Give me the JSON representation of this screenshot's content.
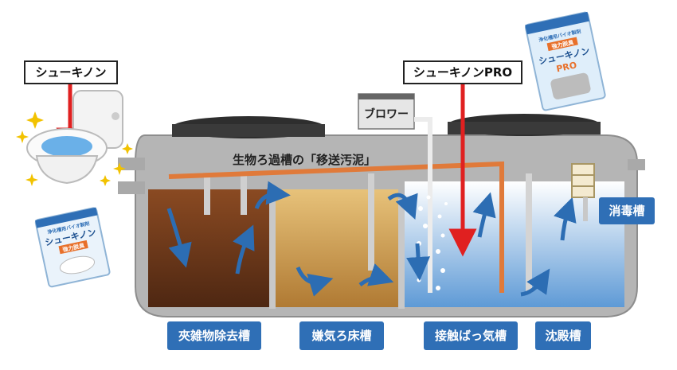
{
  "product_labels": {
    "toilet": "シューキノン",
    "pro": "シューキノンPRO"
  },
  "blower_label": "ブロワー",
  "transfer_sludge_label": "生物ろ過槽の「移送汚泥」",
  "disinfection_label": "消毒槽",
  "tank_labels": [
    "夾雑物除去槽",
    "嫌気ろ床槽",
    "接触ばっ気槽",
    "沈殿槽"
  ],
  "package_small": {
    "top_text": "浄化槽用バイオ製剤",
    "brand": "シューキノン",
    "badge": "強力脱臭"
  },
  "package_pro": {
    "top_text": "浄化槽用バイオ製剤",
    "badge": "強力脱臭",
    "brand": "シューキノン",
    "brand_sub": "PRO"
  },
  "colors": {
    "tank_1": "#6b3a1f",
    "tank_2": "#c99a4e",
    "tank_3": "#7fb4e0",
    "arrow": "#2c6db3",
    "pointer": "#e02020",
    "sludge_pipe": "#e07a3a",
    "label_tag": "#2f6fb6"
  }
}
